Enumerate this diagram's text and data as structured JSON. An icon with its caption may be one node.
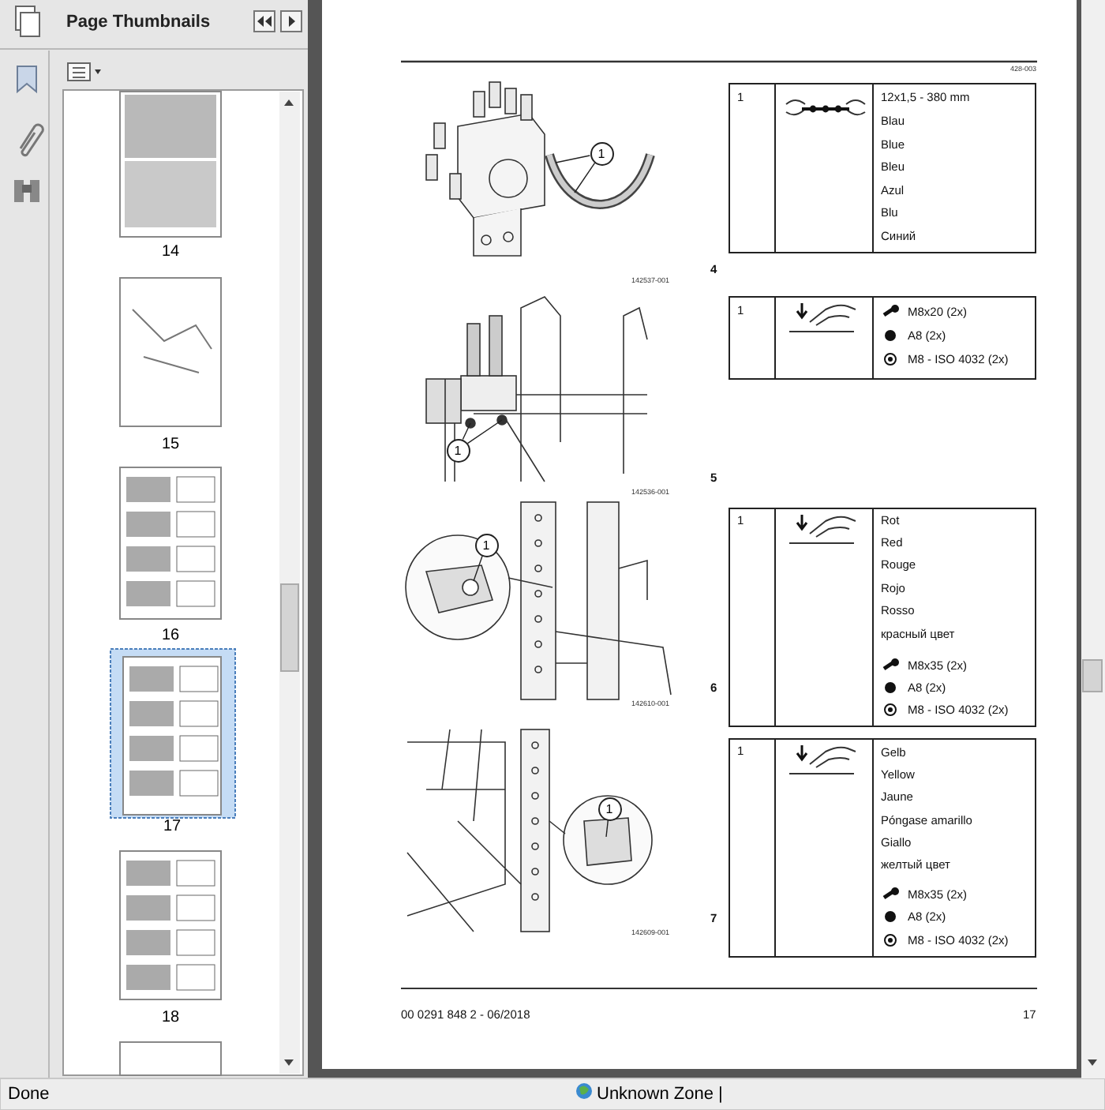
{
  "diagram": {
    "nodes": [
      {
        "text": [
          "1"
        ]
      },
      {
        "text": [
          "1"
        ]
      },
      {
        "text": [
          "1"
        ]
      },
      {
        "text": [
          "1"
        ]
      }
    ],
    "edges": [
      {
        "from": 0,
        "to": null,
        "arrow": "none"
      },
      {
        "from": 0,
        "to": null,
        "arrow": "none"
      },
      {
        "from": 1,
        "to": null,
        "arrow": "none"
      },
      {
        "from": 1,
        "to": null,
        "arrow": "none"
      },
      {
        "from": 2,
        "to": null,
        "arrow": "none"
      },
      {
        "from": 3,
        "to": null,
        "arrow": "none"
      }
    ],
    "labels": [
      "Page Thumbnails",
      "14",
      "15",
      "16",
      "17",
      "18",
      "428-003",
      "1",
      "12x1,5 - 380 mm",
      "Blau",
      "Blue",
      "Bleu",
      "Azul",
      "Blu",
      "Синий",
      "4",
      "142537-001",
      "1",
      "M8x20 (2x)",
      "A8 (2x)",
      "M8 - ISO 4032 (2x)",
      "5",
      "142536-001",
      "1",
      "Rot",
      "Red",
      "Rouge",
      "Rojo",
      "Rosso",
      "красный цвет",
      "M8x35 (2x)",
      "A8 (2x)",
      "M8 - ISO 4032 (2x)",
      "142610-001",
      "6",
      "1",
      "Gelb",
      "Yellow",
      "Jaune",
      "Póngase amarillo",
      "Giallo",
      "желтый цвет",
      "M8x35 (2x)",
      "A8 (2x)",
      "M8 - ISO 4032 (2x)",
      "142609-001",
      "7",
      "00 0291 848 2 - 06/2018",
      "17",
      "Done",
      "Unknown Zone |"
    ]
  }
}
